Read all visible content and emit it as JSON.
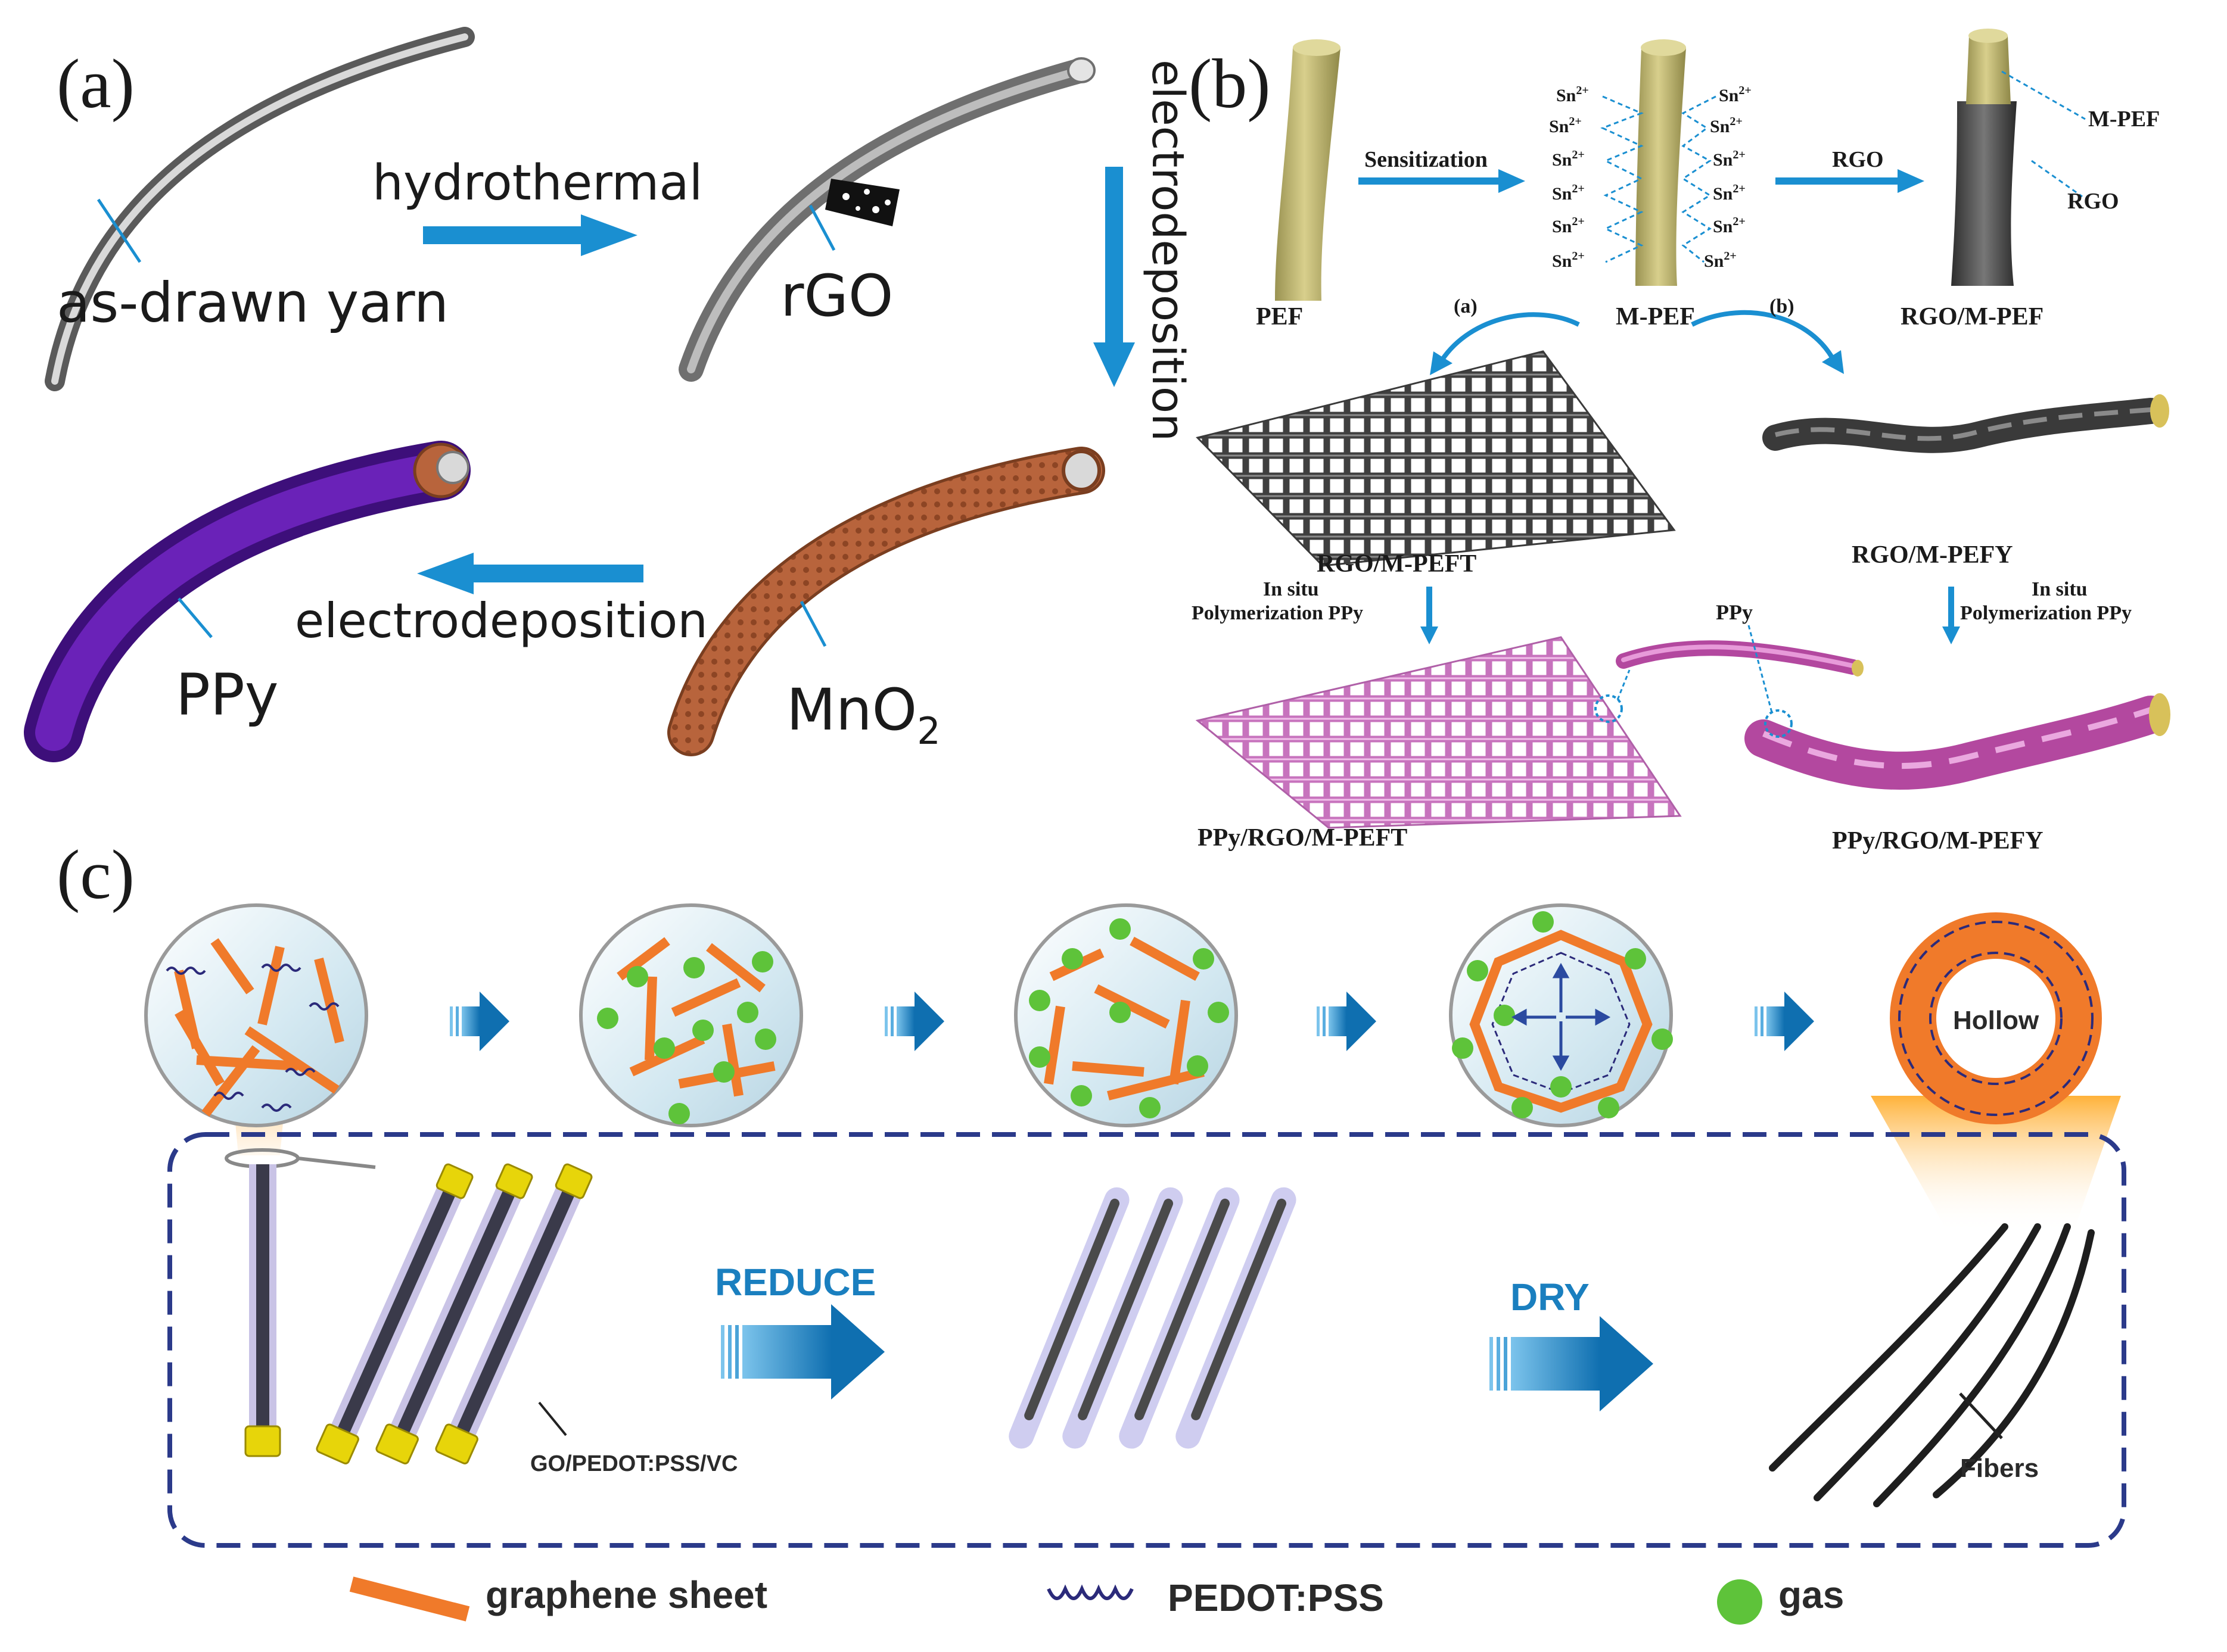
{
  "panel_a": {
    "label": "(a)",
    "arrow_hydrothermal": "hydrothermal",
    "arrow_electrodeposition_vertical": "electrodeposition",
    "arrow_electrodeposition_horizontal": "electrodeposition",
    "fiber_as_drawn": "as-drawn yarn",
    "fiber_rgo": "rGO",
    "fiber_mno2_base": "MnO",
    "fiber_mno2_sub": "2",
    "fiber_ppy": "PPy",
    "colors": {
      "arrow": "#1a8fd1",
      "mno2": "#b8643c",
      "ppy": "#5a1a9e",
      "yarn": "#9a9a9a"
    }
  },
  "panel_b": {
    "label": "(b)",
    "pef": "PEF",
    "sensitization": "Sensitization",
    "m_pef": "M-PEF",
    "rgo_arrow": "RGO",
    "rgo_m_pef": "RGO/M-PEF",
    "callout_m_pef": "M-PEF",
    "callout_rgo": "RGO",
    "route_a": "(a)",
    "route_b": "(b)",
    "sn_ion": "Sn",
    "sn_charge": "2+",
    "rgo_m_peft": "RGO/M-PEFT",
    "rgo_m_pefy": "RGO/M-PEFY",
    "in_situ_left_1": "In situ",
    "in_situ_left_2": "Polymerization PPy",
    "in_situ_right_1": "In situ",
    "in_situ_right_2": "Polymerization PPy",
    "ppy_callout": "PPy",
    "ppy_rgo_m_peft": "PPy/RGO/M-PEFT",
    "ppy_rgo_m_pefy": "PPy/RGO/M-PEFY",
    "colors": {
      "fiber": "#c8bf7a",
      "rgo": "#4a4a4a",
      "ppy": "#d98ad0",
      "arrow": "#1a8fd1"
    }
  },
  "panel_c": {
    "label": "(c)",
    "hollow": "Hollow",
    "reduce": "REDUCE",
    "dry": "DRY",
    "precursor": "GO/PEDOT:PSS/VC",
    "fibers": "Fibers",
    "legend": [
      {
        "label": "graphene sheet",
        "color": "#f07a2a"
      },
      {
        "label": "PEDOT:PSS",
        "color": "#2b2a7a"
      },
      {
        "label": "gas",
        "color": "#5ec33a"
      }
    ],
    "colors": {
      "circle_fill": "#d6eaf2",
      "dashed_box": "#2b3a8a",
      "arrow": "#1a7fbf"
    }
  }
}
